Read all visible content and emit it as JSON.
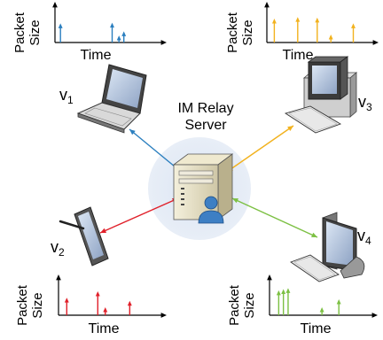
{
  "server": {
    "label_line1": "IM Relay",
    "label_line2": "Server"
  },
  "devices": [
    {
      "id": "v1",
      "letter": "v",
      "sub": "1",
      "kind": "laptop",
      "color": "#2b7fbf"
    },
    {
      "id": "v2",
      "letter": "v",
      "sub": "2",
      "kind": "tablet",
      "color": "#e0202a"
    },
    {
      "id": "v3",
      "letter": "v",
      "sub": "3",
      "kind": "desktop",
      "color": "#f2b21e"
    },
    {
      "id": "v4",
      "letter": "v",
      "sub": "4",
      "kind": "monitor",
      "color": "#7cc043"
    }
  ],
  "plots": {
    "ylabel_line1": "Packet",
    "ylabel_line2": "Size",
    "xlabel": "Time",
    "v1": {
      "spikes": [
        {
          "t": 0.02,
          "h": 0.6
        },
        {
          "t": 0.55,
          "h": 0.62
        },
        {
          "t": 0.62,
          "h": 0.22
        },
        {
          "t": 0.67,
          "h": 0.35
        }
      ]
    },
    "v3": {
      "spikes": [
        {
          "t": 0.04,
          "h": 0.75
        },
        {
          "t": 0.28,
          "h": 0.8
        },
        {
          "t": 0.48,
          "h": 0.78
        },
        {
          "t": 0.62,
          "h": 0.25
        },
        {
          "t": 0.85,
          "h": 0.6
        }
      ]
    },
    "v2": {
      "spikes": [
        {
          "t": 0.05,
          "h": 0.55
        },
        {
          "t": 0.38,
          "h": 0.75
        },
        {
          "t": 0.46,
          "h": 0.25
        },
        {
          "t": 0.72,
          "h": 0.45
        }
      ]
    },
    "v4": {
      "spikes": [
        {
          "t": 0.06,
          "h": 0.78
        },
        {
          "t": 0.11,
          "h": 0.82
        },
        {
          "t": 0.16,
          "h": 0.85
        },
        {
          "t": 0.52,
          "h": 0.25
        },
        {
          "t": 0.7,
          "h": 0.5
        }
      ]
    }
  },
  "icons": {
    "server": "server-tower-icon",
    "user": "user-icon",
    "laptop": "laptop-icon",
    "desktop": "desktop-computer-icon",
    "tablet": "tablet-icon",
    "monitor": "monitor-icon"
  }
}
